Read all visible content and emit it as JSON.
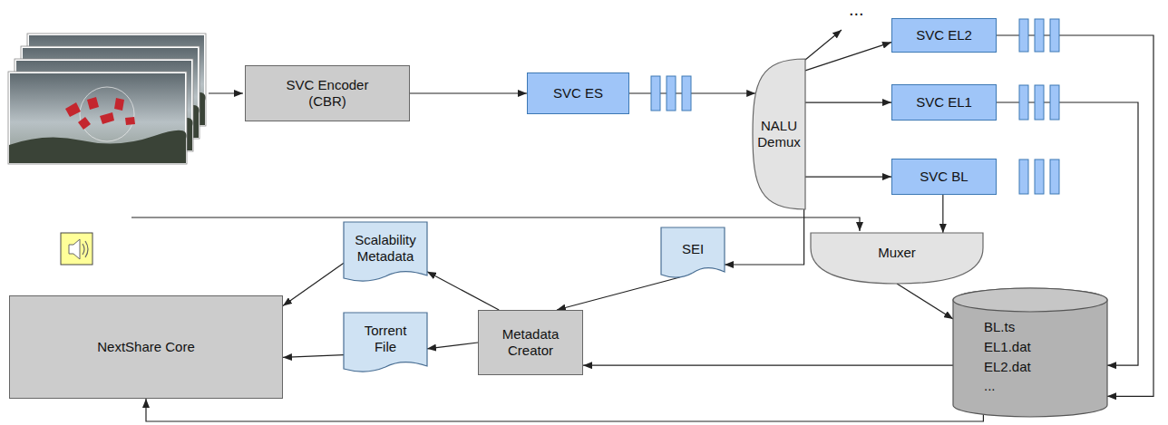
{
  "diagram": {
    "nodes": [
      {
        "text": [
          "SVC Encoder (CBR)"
        ]
      },
      {
        "text": [
          "SVC ES"
        ]
      },
      {
        "text": [
          "NALU Demux"
        ]
      },
      {
        "text": [
          "SVC EL2"
        ]
      },
      {
        "text": [
          "SVC EL1"
        ]
      },
      {
        "text": [
          "SVC BL"
        ]
      },
      {
        "text": [
          "Scalability Metadata"
        ]
      },
      {
        "text": [
          "SEI"
        ]
      },
      {
        "text": [
          "Muxer"
        ]
      },
      {
        "text": [
          "NextShare Core"
        ]
      },
      {
        "text": [
          "Metadata Creator"
        ]
      },
      {
        "text": [
          "Torrent File"
        ]
      },
      {
        "text": [
          "BL.ts",
          "EL1.dat",
          "EL2.dat",
          "..."
        ]
      }
    ],
    "edges": [
      {
        "from": 0,
        "to": 1,
        "arrow": "to"
      },
      {
        "from": 1,
        "to": 2,
        "arrow": "to"
      },
      {
        "from": 2,
        "to": 3,
        "arrow": "to"
      },
      {
        "from": 2,
        "to": 4,
        "arrow": "to"
      },
      {
        "from": 2,
        "to": 5,
        "arrow": "to"
      },
      {
        "from": 3,
        "to": 12,
        "arrow": "to"
      },
      {
        "from": 4,
        "to": 12,
        "arrow": "to"
      },
      {
        "from": 5,
        "to": 8,
        "arrow": "to"
      },
      {
        "from": 2,
        "to": 7,
        "arrow": "to"
      },
      {
        "from": 8,
        "to": 12,
        "arrow": "to"
      },
      {
        "from": 7,
        "to": 10,
        "arrow": "to"
      },
      {
        "from": 12,
        "to": 10,
        "arrow": "to"
      },
      {
        "from": 10,
        "to": 6,
        "arrow": "to"
      },
      {
        "from": 10,
        "to": 11,
        "arrow": "to"
      },
      {
        "from": 6,
        "to": 9,
        "arrow": "to"
      },
      {
        "from": 11,
        "to": 9,
        "arrow": "to"
      },
      {
        "from": 12,
        "to": 9,
        "arrow": "to"
      }
    ],
    "labels": [
      "..."
    ]
  }
}
